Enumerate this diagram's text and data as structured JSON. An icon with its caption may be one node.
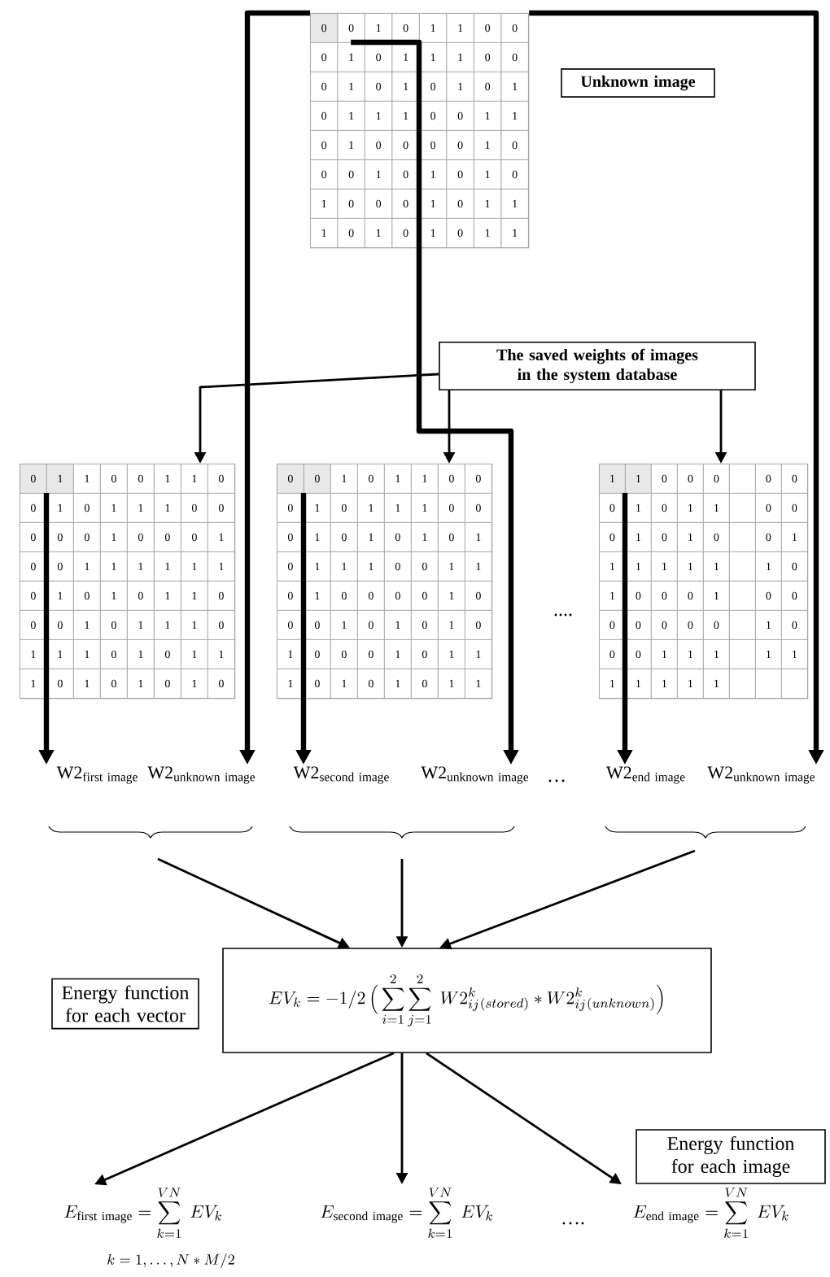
{
  "diagram": {
    "nodes": [
      {
        "text": [
          "0",
          "0",
          "1",
          "0",
          "1",
          "1",
          "0",
          "0",
          "0",
          "1",
          "0",
          "1",
          "1",
          "1",
          "0",
          "0",
          "0",
          "1",
          "0",
          "1",
          "0",
          "1",
          "0",
          "1",
          "0",
          "1",
          "1",
          "1",
          "0",
          "0",
          "1",
          "1",
          "0",
          "1",
          "0",
          "0",
          "0",
          "0",
          "1",
          "0",
          "0",
          "0",
          "1",
          "0",
          "1",
          "0",
          "1",
          "0",
          "1",
          "0",
          "0",
          "0",
          "1",
          "0",
          "1",
          "1",
          "1",
          "0",
          "1",
          "0",
          "1",
          "0",
          "1",
          "1"
        ]
      },
      {
        "text": [
          "Unknown image"
        ]
      },
      {
        "text": [
          "The saved weights of images in the system database"
        ]
      },
      {
        "text": [
          "0",
          "1",
          "1",
          "0",
          "0",
          "1",
          "1",
          "0",
          "0",
          "1",
          "0",
          "1",
          "1",
          "1",
          "0",
          "0",
          "0",
          "0",
          "0",
          "1",
          "0",
          "0",
          "0",
          "1",
          "0",
          "0",
          "1",
          "1",
          "1",
          "1",
          "1",
          "1",
          "0",
          "1",
          "0",
          "1",
          "0",
          "1",
          "1",
          "0",
          "0",
          "0",
          "1",
          "0",
          "1",
          "1",
          "1",
          "0",
          "1",
          "1",
          "1",
          "0",
          "1",
          "0",
          "1",
          "1",
          "1",
          "0",
          "1",
          "0",
          "1",
          "0",
          "1",
          "0"
        ]
      },
      {
        "text": [
          "0",
          "0",
          "1",
          "0",
          "1",
          "1",
          "0",
          "0",
          "0",
          "1",
          "0",
          "1",
          "1",
          "1",
          "0",
          "0",
          "0",
          "1",
          "0",
          "1",
          "0",
          "1",
          "0",
          "1",
          "0",
          "1",
          "1",
          "1",
          "0",
          "0",
          "1",
          "1",
          "0",
          "1",
          "0",
          "0",
          "0",
          "0",
          "1",
          "0",
          "0",
          "0",
          "1",
          "0",
          "1",
          "0",
          "1",
          "0",
          "1",
          "0",
          "0",
          "0",
          "1",
          "0",
          "1",
          "1",
          "1",
          "0",
          "1",
          "0",
          "1",
          "0",
          "1",
          "1"
        ]
      },
      {
        "text": [
          "1",
          "1",
          "0",
          "0",
          "0",
          "0",
          "0",
          "0",
          "1",
          "0",
          "1",
          "1",
          "0",
          "0",
          "0",
          "1",
          "0",
          "1",
          "0",
          "0",
          "1",
          "1",
          "1",
          "1",
          "1",
          "1",
          "1",
          "0",
          "1",
          "0",
          "0",
          "0",
          "1",
          "0",
          "0",
          "0",
          "0",
          "0",
          "0",
          "0",
          "1",
          "0",
          "0",
          "0",
          "1",
          "1",
          "1",
          "1",
          "1",
          "1",
          "1",
          "1",
          "1",
          "1"
        ]
      },
      {
        "text": [
          "\\mathrm{W2}_{\\mathrm{first\\ image}}"
        ]
      },
      {
        "text": [
          "\\mathrm{W2}_{\\mathrm{unknown\\ image}}"
        ]
      },
      {
        "text": [
          "\\mathrm{W2}_{\\mathrm{second\\ image}}"
        ]
      },
      {
        "text": [
          "\\mathrm{W2}_{\\mathrm{unknown\\ image}}"
        ]
      },
      {
        "text": [
          "\\mathrm{W2}_{\\mathrm{end\\ image}}"
        ]
      },
      {
        "text": [
          "\\mathrm{W2}_{\\mathrm{unknown\\ image}}"
        ]
      },
      {
        "text": [
          "Energy function for each vector"
        ]
      },
      {
        "text": [
          "EV_k = -1/2\\,\\Big(\\sum_{i=1}^{2}\\sum_{j=1}^{2}\\; W2_{ij}^{k}{}_{(stored)} * W2_{ij}^{k}{}_{(unknown)}\\Big)"
        ]
      },
      {
        "text": [
          "Energy function for each image"
        ]
      },
      {
        "text": [
          "E_{\\mathrm{first\\ image}} = \\sum_{k=1}^{VN}\\; EV_k"
        ]
      },
      {
        "text": [
          "E_{\\mathrm{second\\ image}} = \\sum_{k=1}^{VN}\\; EV_k"
        ]
      },
      {
        "text": [
          "E_{\\mathrm{end\\ image}} = \\sum_{k=1}^{VN}\\; EV_k"
        ]
      }
    ],
    "edges": [
      {
        "from": 0,
        "to": 7,
        "arrow": "to",
        "style": "thick"
      },
      {
        "from": 0,
        "to": 9,
        "arrow": "to",
        "style": "thick"
      },
      {
        "from": 0,
        "to": 11,
        "arrow": "to",
        "style": "thick"
      },
      {
        "from": 3,
        "to": 6,
        "arrow": "to",
        "style": "thick"
      },
      {
        "from": 4,
        "to": 8,
        "arrow": "to",
        "style": "thick"
      },
      {
        "from": 5,
        "to": 10,
        "arrow": "to",
        "style": "thick"
      },
      {
        "from": 2,
        "to": 3,
        "arrow": "to"
      },
      {
        "from": 2,
        "to": 4,
        "arrow": "to"
      },
      {
        "from": 2,
        "to": 5,
        "arrow": "to"
      },
      {
        "from": null,
        "to": 13,
        "arrow": "to"
      },
      {
        "from": null,
        "to": 13,
        "arrow": "to"
      },
      {
        "from": null,
        "to": 13,
        "arrow": "to"
      },
      {
        "from": 13,
        "to": 15,
        "arrow": "to"
      },
      {
        "from": 13,
        "to": 16,
        "arrow": "to"
      },
      {
        "from": 13,
        "to": 17,
        "arrow": "to"
      }
    ],
    "labels": [
      "....",
      "…",
      "….",
      "k = 1, \\ldots, N*M/2"
    ]
  }
}
